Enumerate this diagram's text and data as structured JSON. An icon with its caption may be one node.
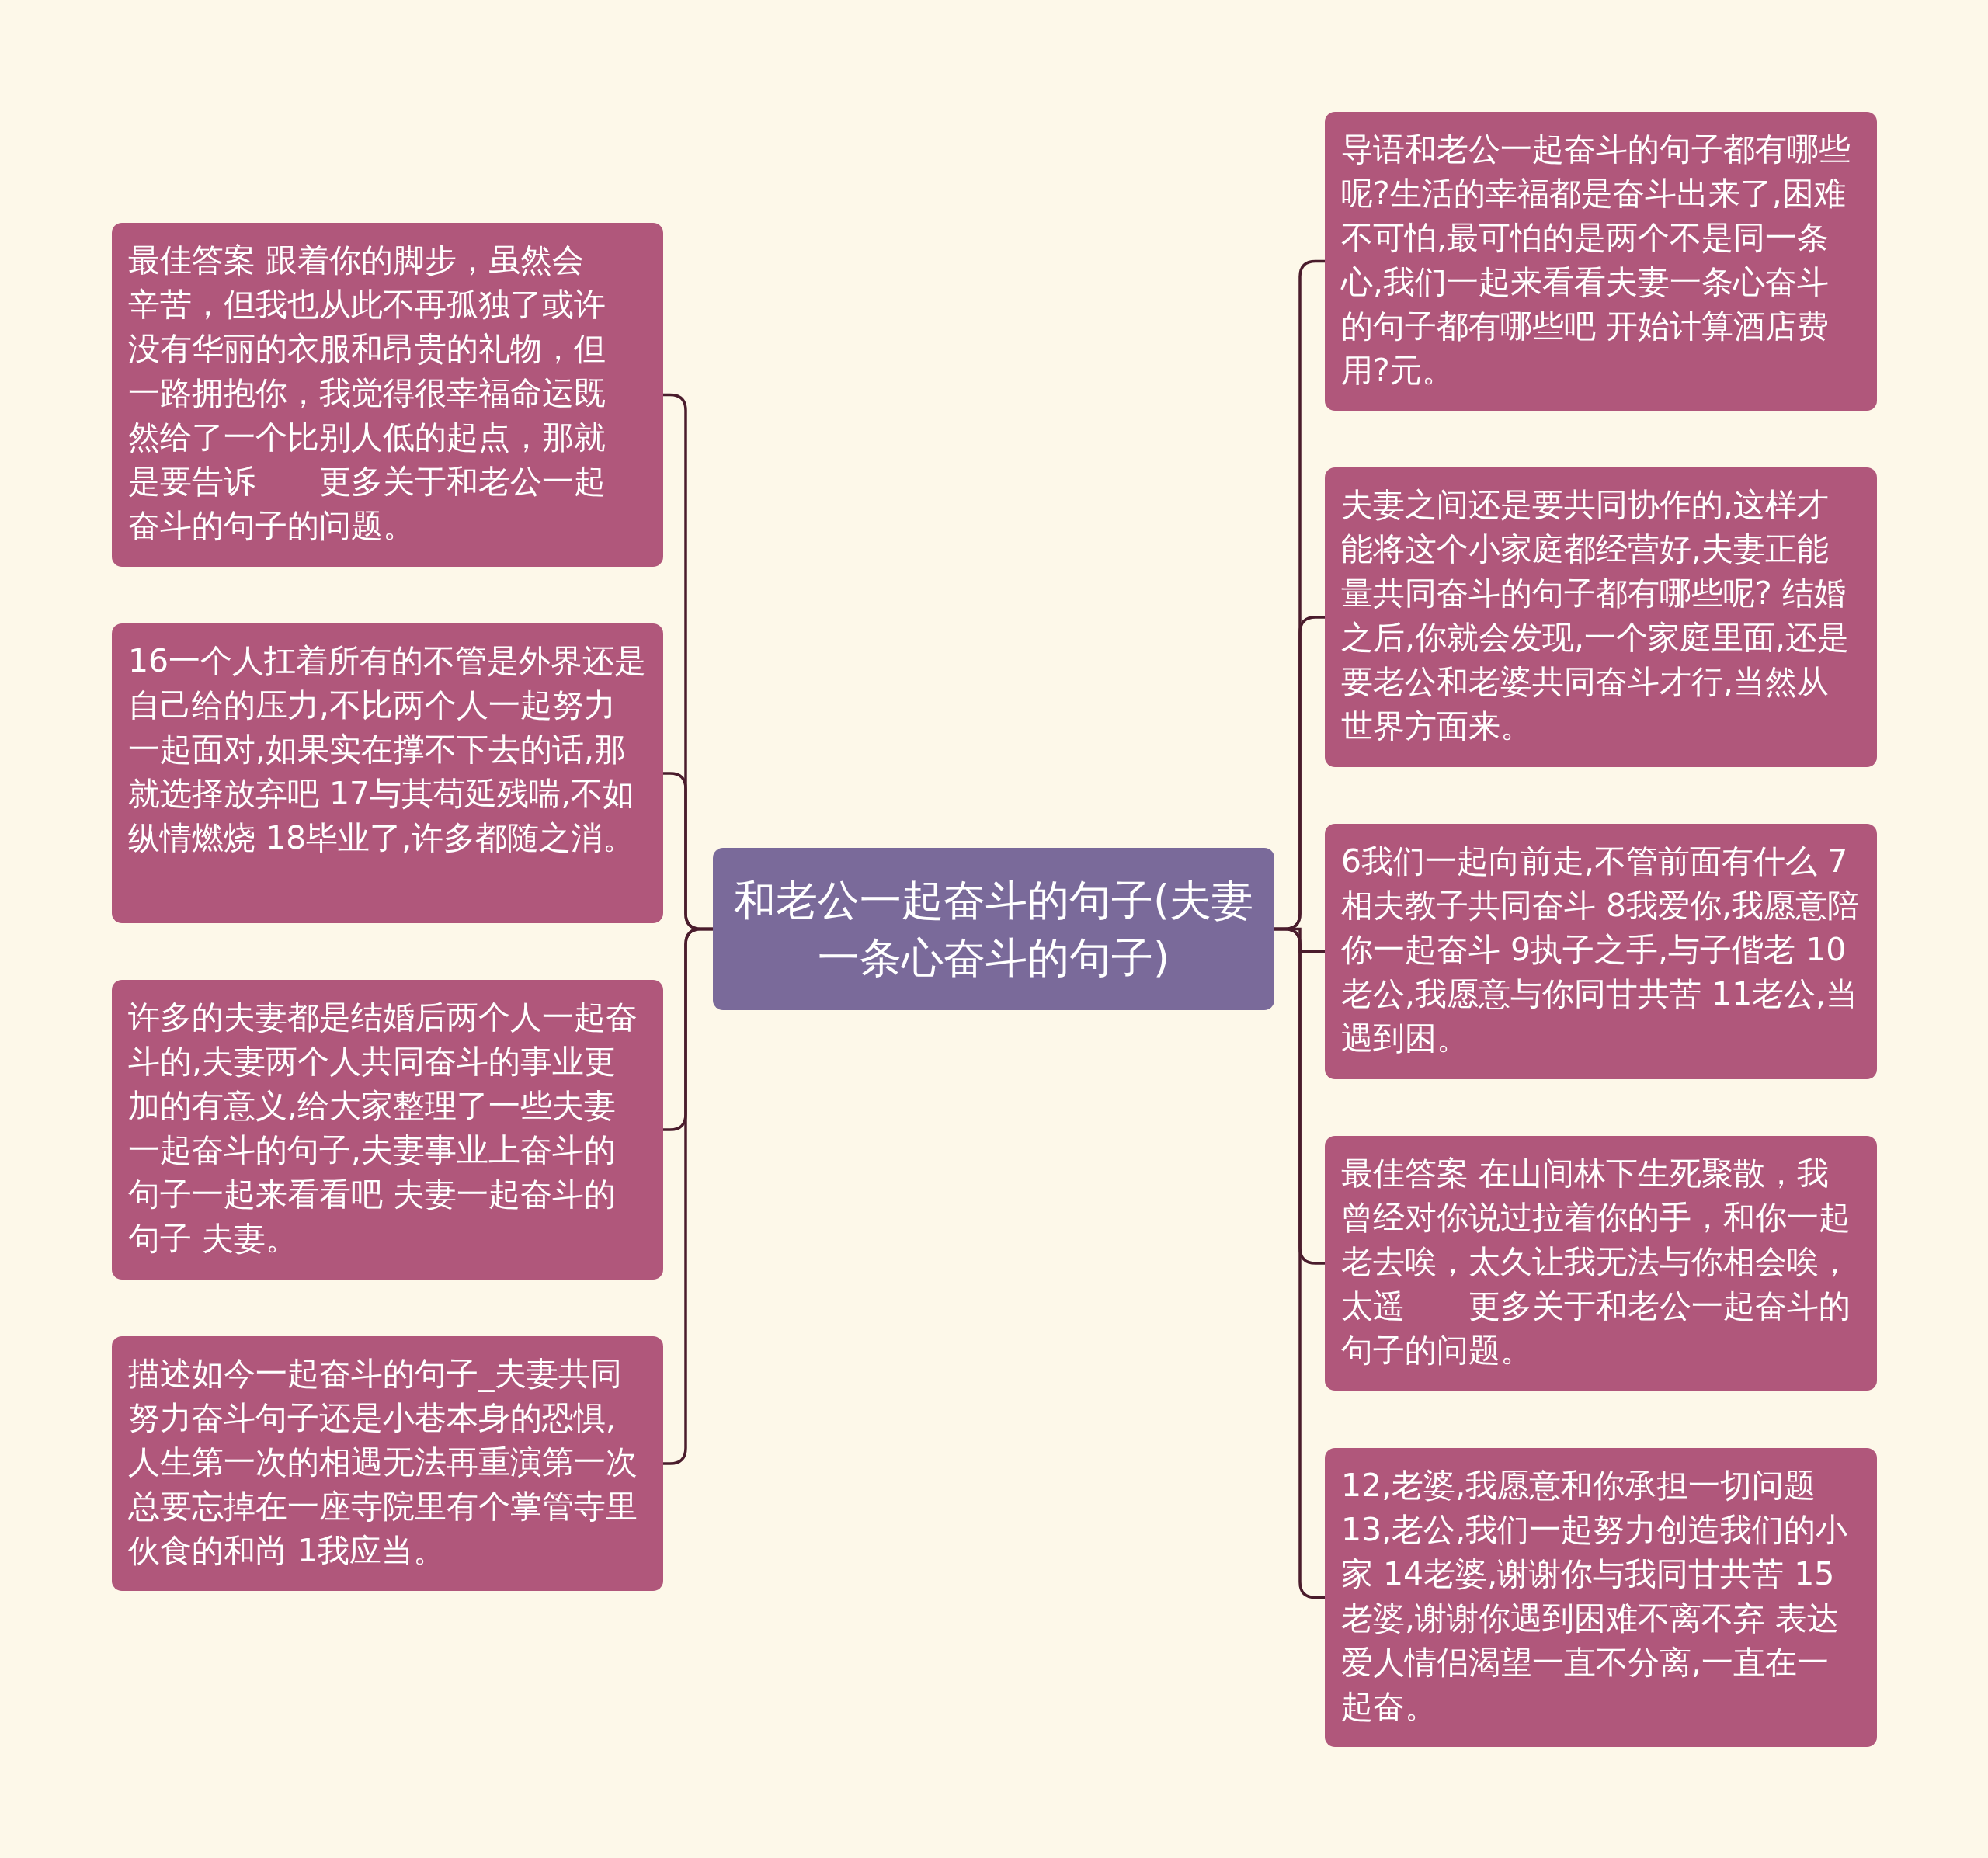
{
  "diagram": {
    "nodes": [
      {
        "text": [
          "和老公一起奋斗的句子(夫妻一条心奋斗的句子)"
        ]
      },
      {
        "text": [
          "最佳答案 跟着你的脚步，虽然会辛苦，但我也从此不再孤独了或许没有华丽的衣服和昂贵的礼物，但一路拥抱你，我觉得很幸福命运既然给了一个比别人低的起点，那就是要告诉　　更多关于和老公一起奋斗的句子的问题。"
        ]
      },
      {
        "text": [
          "16一个人扛着所有的不管是外界还是自己给的压力,不比两个人一起努力一起面对,如果实在撑不下去的话,那就选择放弃吧 17与其苟延残喘,不如纵情燃烧 18毕业了,许多都随之消。"
        ]
      },
      {
        "text": [
          "许多的夫妻都是结婚后两个人一起奋斗的,夫妻两个人共同奋斗的事业更加的有意义,给大家整理了一些夫妻一起奋斗的句子,夫妻事业上奋斗的句子一起来看看吧 夫妻一起奋斗的句子 夫妻。"
        ]
      },
      {
        "text": [
          "描述如今一起奋斗的句子_夫妻共同努力奋斗句子还是小巷本身的恐惧,人生第一次的相遇无法再重演第一次总要忘掉在一座寺院里有个掌管寺里伙食的和尚 1我应当。"
        ]
      },
      {
        "text": [
          "导语和老公一起奋斗的句子都有哪些呢?生活的幸福都是奋斗出来了,困难不可怕,最可怕的是两个不是同一条心,我们一起来看看夫妻一条心奋斗的句子都有哪些吧 开始计算酒店费用?元。"
        ]
      },
      {
        "text": [
          "夫妻之间还是要共同协作的,这样才能将这个小家庭都经营好,夫妻正能量共同奋斗的句子都有哪些呢? 结婚之后,你就会发现,一个家庭里面,还是要老公和老婆共同奋斗才行,当然从世界方面来。"
        ]
      },
      {
        "text": [
          "6我们一起向前走,不管前面有什么 7相夫教子共同奋斗 8我爱你,我愿意陪你一起奋斗 9执子之手,与子偕老 10老公,我愿意与你同甘共苦 11老公,当遇到困。"
        ]
      },
      {
        "text": [
          "最佳答案 在山间林下生死聚散，我曾经对你说过拉着你的手，和你一起老去唉，太久让我无法与你相会唉，太遥　　更多关于和老公一起奋斗的句子的问题。"
        ]
      },
      {
        "text": [
          "12,老婆,我愿意和你承担一切问题 13,老公,我们一起努力创造我们的小家 14老婆,谢谢你与我同甘共苦 15老婆,谢谢你遇到困难不离不弃  表达爱人情侣渴望一直不分离,一直在一起奋。"
        ]
      }
    ],
    "edges": [
      {
        "from": 0,
        "to": 1,
        "arrow": "none"
      },
      {
        "from": 0,
        "to": 2,
        "arrow": "none"
      },
      {
        "from": 0,
        "to": 3,
        "arrow": "none"
      },
      {
        "from": 0,
        "to": 4,
        "arrow": "none"
      },
      {
        "from": 0,
        "to": 5,
        "arrow": "none"
      },
      {
        "from": 0,
        "to": 6,
        "arrow": "none"
      },
      {
        "from": 0,
        "to": 7,
        "arrow": "none"
      },
      {
        "from": 0,
        "to": 8,
        "arrow": "none"
      },
      {
        "from": 0,
        "to": 9,
        "arrow": "none"
      }
    ]
  }
}
